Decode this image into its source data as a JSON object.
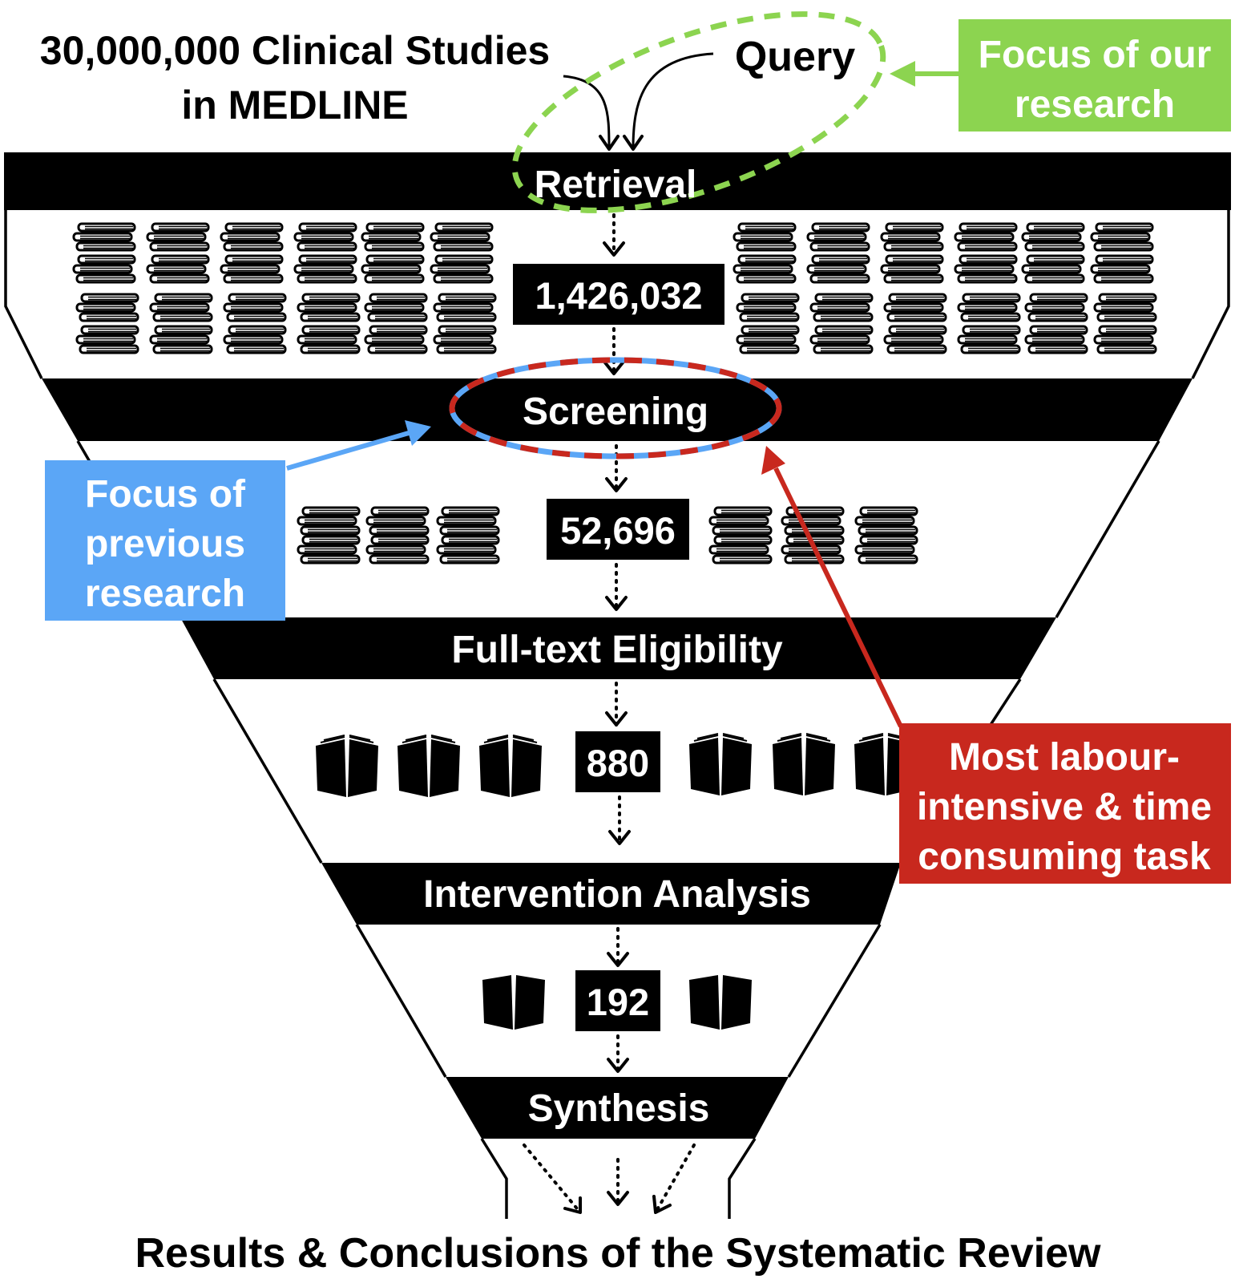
{
  "header": {
    "source_line1": "30,000,000 Clinical Studies",
    "source_line2": "in MEDLINE",
    "query": "Query"
  },
  "stages": {
    "retrieval": "Retrieval",
    "screening": "Screening",
    "eligibility": "Full-text Eligibility",
    "intervention": "Intervention Analysis",
    "synthesis": "Synthesis"
  },
  "counts": {
    "retrieval": "1,426,032",
    "screening": "52,696",
    "eligibility": "880",
    "intervention": "192"
  },
  "callouts": {
    "our_research": {
      "line1": "Focus of our",
      "line2": "research",
      "color": "#8cd450"
    },
    "previous_research": {
      "line1": "Focus of",
      "line2": "previous",
      "line3": "research",
      "color": "#5ba6f6"
    },
    "labour": {
      "line1": "Most labour-",
      "line2": "intensive & time",
      "line3": "consuming task",
      "color": "#c8281e"
    }
  },
  "footer": {
    "result": "Results & Conclusions of the Systematic Review"
  },
  "icons": {
    "book_stack": "book-stack-icon",
    "open_book": "open-book-icon"
  }
}
